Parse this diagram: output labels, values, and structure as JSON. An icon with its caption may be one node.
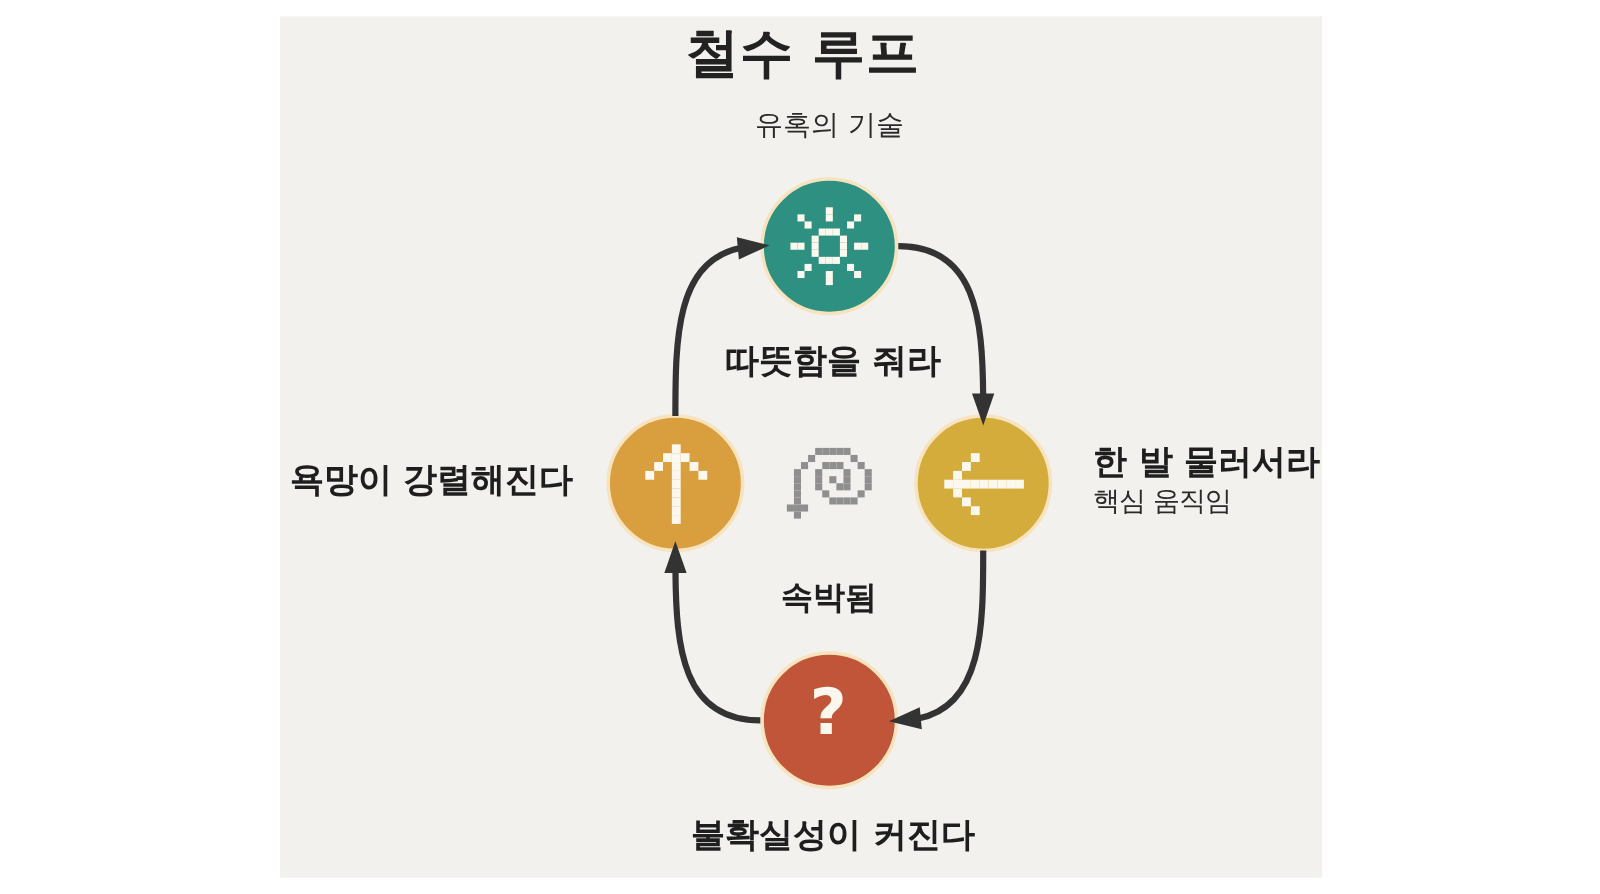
{
  "diagram": {
    "title": "철수 루프",
    "nodes": [
      {
        "text": [],
        "shape": "circle",
        "beside": [
          "따뜻함을 줘라"
        ]
      },
      {
        "text": [],
        "shape": "circle",
        "beside": [
          "한 발 물러서라",
          "핵심 움직임"
        ]
      },
      {
        "text": [
          "?"
        ],
        "beside": [
          "불확실성이 커진다"
        ]
      },
      {
        "text": [],
        "shape": "circle",
        "beside": [
          "욕망이 강렬해진다"
        ]
      }
    ],
    "edges": [
      {
        "from": 0,
        "to": 1,
        "arrow": "to"
      },
      {
        "from": 1,
        "to": 2,
        "arrow": "to"
      },
      {
        "from": 2,
        "to": 3,
        "arrow": "to"
      },
      {
        "from": 3,
        "to": 0,
        "arrow": "to"
      }
    ],
    "labels": [
      "유혹의 기술",
      "속박됨"
    ]
  }
}
